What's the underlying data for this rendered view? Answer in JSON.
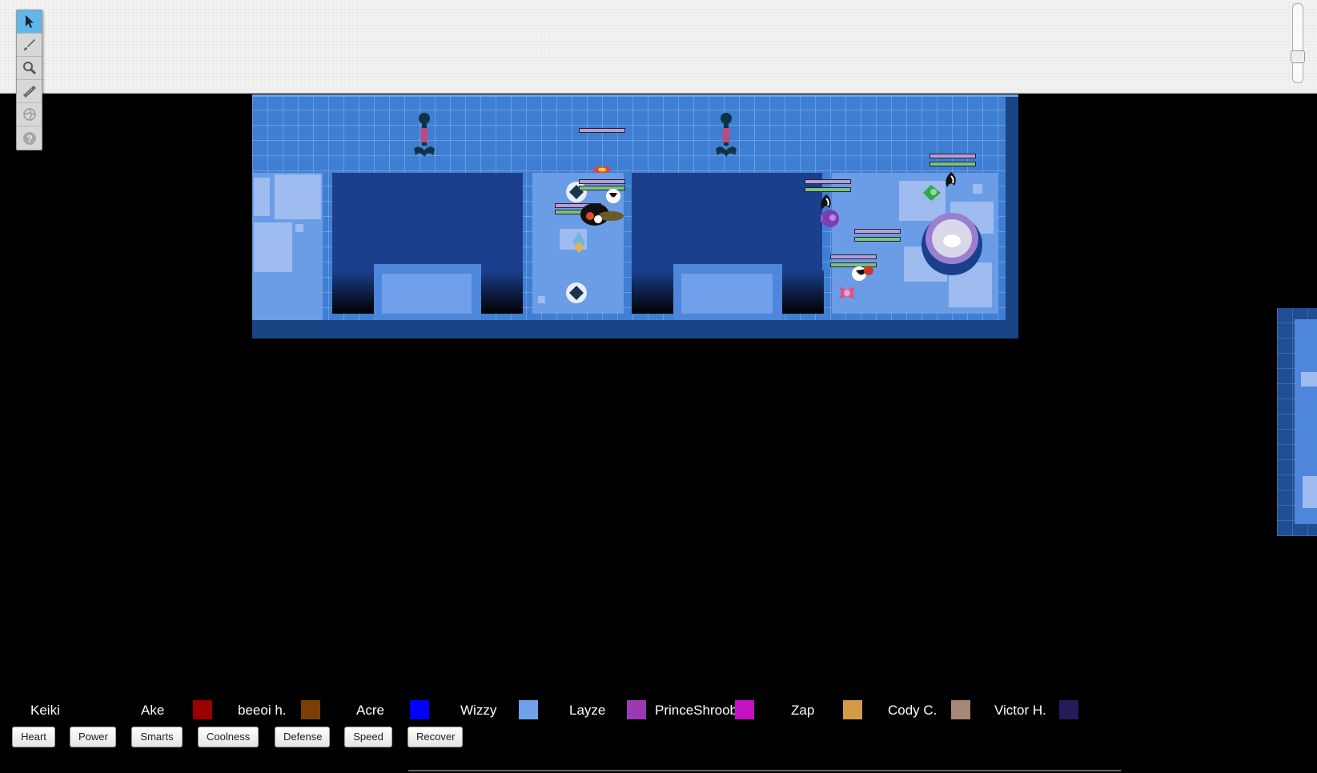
{
  "toolbar": {
    "tools": [
      {
        "name": "select-tool",
        "icon": "arrow-pointer-icon",
        "active": true
      },
      {
        "name": "draw-tool",
        "icon": "brush-icon"
      },
      {
        "name": "zoom-tool",
        "icon": "magnifier-icon"
      },
      {
        "name": "measure-tool",
        "icon": "ruler-icon"
      },
      {
        "name": "fog-tool",
        "icon": "aperture-icon"
      },
      {
        "name": "help-tool",
        "icon": "question-icon"
      }
    ]
  },
  "players": [
    {
      "name": "Keiki",
      "color": null
    },
    {
      "name": "Ake",
      "color": "#9a0000"
    },
    {
      "name": "beeoi h.",
      "color": "#7a3e06"
    },
    {
      "name": "Acre",
      "color": "#0000ff"
    },
    {
      "name": "Wizzy",
      "color": "#6fa0ec"
    },
    {
      "name": "Layze",
      "color": "#9b3ab5"
    },
    {
      "name": "PrinceShroob",
      "color": "#c511c2"
    },
    {
      "name": "Zap",
      "color": "#d49a47"
    },
    {
      "name": "Cody C.",
      "color": "#a58878"
    },
    {
      "name": "Victor H.",
      "color": "#271a5a"
    }
  ],
  "buttons": [
    "Heart",
    "Power",
    "Smarts",
    "Coolness",
    "Defense",
    "Speed",
    "Recover"
  ],
  "colors": {
    "map_floor": "#3f7fd3",
    "map_dark": "#1a3f8f",
    "map_light": "#8fb4ef",
    "toolbar_active": "#5fb7ea"
  }
}
